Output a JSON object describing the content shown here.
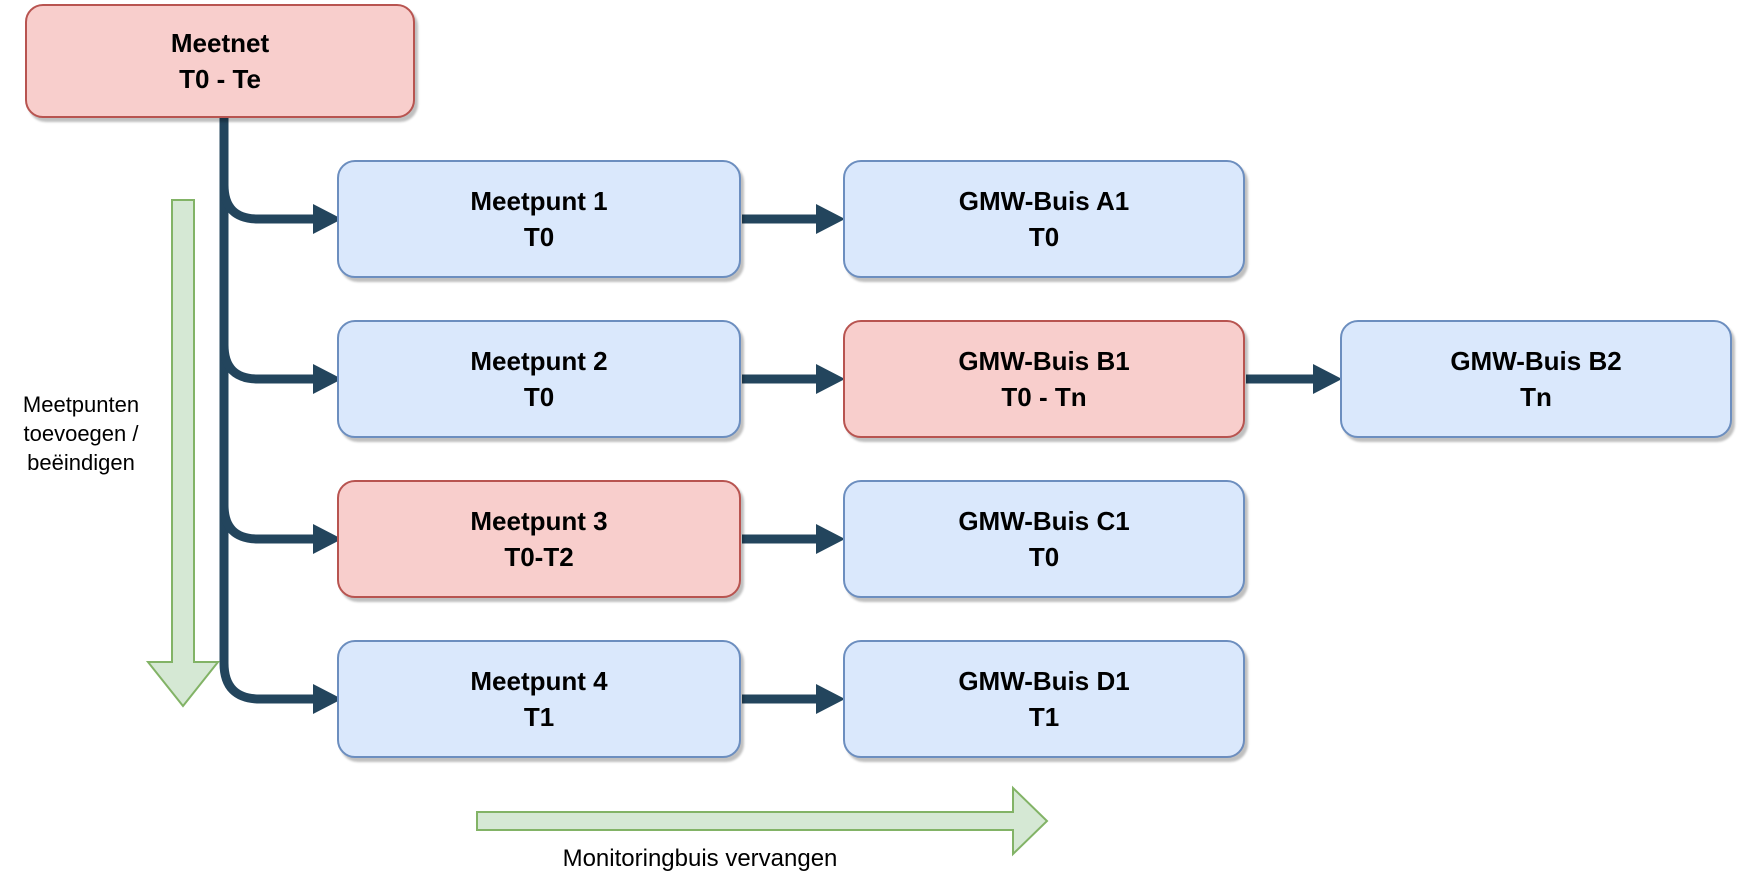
{
  "boxes": {
    "meetnet": {
      "title": "Meetnet",
      "period": "T0 - Te",
      "variant": "red"
    },
    "meetpunt1": {
      "title": "Meetpunt 1",
      "period": "T0",
      "variant": "blue"
    },
    "buis_a1": {
      "title": "GMW-Buis A1",
      "period": "T0",
      "variant": "blue"
    },
    "meetpunt2": {
      "title": "Meetpunt 2",
      "period": "T0",
      "variant": "blue"
    },
    "buis_b1": {
      "title": "GMW-Buis B1",
      "period": "T0 - Tn",
      "variant": "red"
    },
    "buis_b2": {
      "title": "GMW-Buis B2",
      "period": "Tn",
      "variant": "blue"
    },
    "meetpunt3": {
      "title": "Meetpunt 3",
      "period": "T0-T2",
      "variant": "red"
    },
    "buis_c1": {
      "title": "GMW-Buis C1",
      "period": "T0",
      "variant": "blue"
    },
    "meetpunt4": {
      "title": "Meetpunt 4",
      "period": "T1",
      "variant": "blue"
    },
    "buis_d1": {
      "title": "GMW-Buis D1",
      "period": "T1",
      "variant": "blue"
    }
  },
  "labels": {
    "vertical_flow": {
      "line1": "Meetpunten",
      "line2": "toevoegen /",
      "line3": "beëindigen"
    },
    "horizontal_flow": "Monitoringbuis vervangen"
  },
  "colors": {
    "connector_color": "#23455d",
    "node_red_fill": "#f8cecc",
    "node_red_border": "#b85450",
    "node_blue_fill": "#dae8fc",
    "node_blue_border": "#6c8ebf",
    "flow_arrow_fill": "#d5e8d4",
    "flow_arrow_border": "#82b366"
  }
}
